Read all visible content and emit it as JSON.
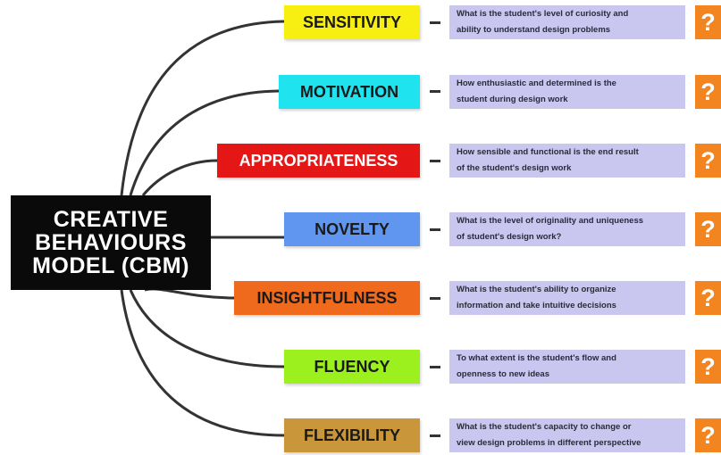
{
  "center": {
    "line1": "CREATIVE",
    "line2": "BEHAVIOURS",
    "line3": "MODEL (CBM)"
  },
  "question_mark": "?",
  "colors": {
    "center_bg": "#0a0a0a",
    "description_bg": "#c9c7ef",
    "question_bg": "#f2851f",
    "connector": "#333333"
  },
  "items": [
    {
      "label": "SENSITIVITY",
      "color": "#f7ef12",
      "desc1": "What is the student's level of curiosity and",
      "desc2": "ability to understand design problems"
    },
    {
      "label": "MOTIVATION",
      "color": "#20e3f0",
      "desc1": "How enthusiastic and determined is the",
      "desc2": "student during design work"
    },
    {
      "label": "APPROPRIATENESS",
      "color": "#e51616",
      "desc1": "How sensible and functional is the end result",
      "desc2": "of the student's design work"
    },
    {
      "label": "NOVELTY",
      "color": "#6096f0",
      "desc1": "What is the level of originality and uniqueness",
      "desc2": "of student's design work?"
    },
    {
      "label": "INSIGHTFULNESS",
      "color": "#ef6a1d",
      "desc1": "What is the student's ability to organize",
      "desc2": "information and take intuitive decisions"
    },
    {
      "label": "FLUENCY",
      "color": "#9bf01e",
      "desc1": "To what extent is the student's flow and",
      "desc2": "openness to new ideas"
    },
    {
      "label": "FLEXIBILITY",
      "color": "#c9963a",
      "desc1": "What is the student's capacity to change or",
      "desc2": "view design problems in different perspective"
    }
  ]
}
